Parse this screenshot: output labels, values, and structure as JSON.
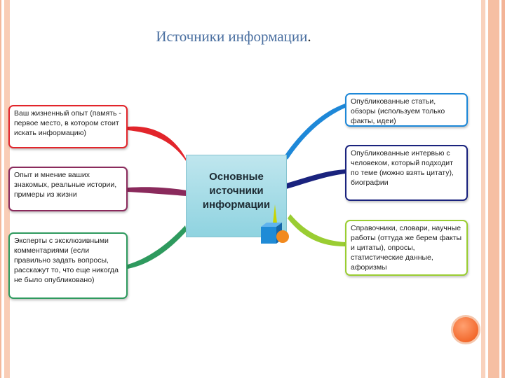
{
  "slide": {
    "title": "Источники информации",
    "title_end": ".",
    "center_label": "Основные\nисточники\nинформации"
  },
  "branches": {
    "left": [
      {
        "text": "Ваш жизненный опыт (память - первое место, в котором стоит искать информацию)",
        "color": "#e2252b"
      },
      {
        "text": "Опыт и мнение ваших знакомых, реальные истории, примеры из жизни",
        "color": "#8a2a5c"
      },
      {
        "text": "Эксперты с эксклюзивными комментариями (если правильно задать вопросы, расскажут то, что еще никогда не было опубликовано)",
        "color": "#2e9a5e"
      }
    ],
    "right": [
      {
        "text": "Опубликованные статьи, обзоры (используем только факты, идеи)",
        "color": "#1e88d8"
      },
      {
        "text": "Опубликованные интервью с человеком, который подходит по теме (можно взять цитату), биографии",
        "color": "#1a237e"
      },
      {
        "text": "Справочники, словари, научные работы (оттуда же берем факты и цитаты), опросы, статистические данные, афоризмы",
        "color": "#9acd32"
      }
    ]
  },
  "colors": {
    "frame": "#f3b497",
    "title": "#4a6fa0",
    "center_fill": "#a6dce6",
    "accent_circle": "#f36a2e"
  }
}
